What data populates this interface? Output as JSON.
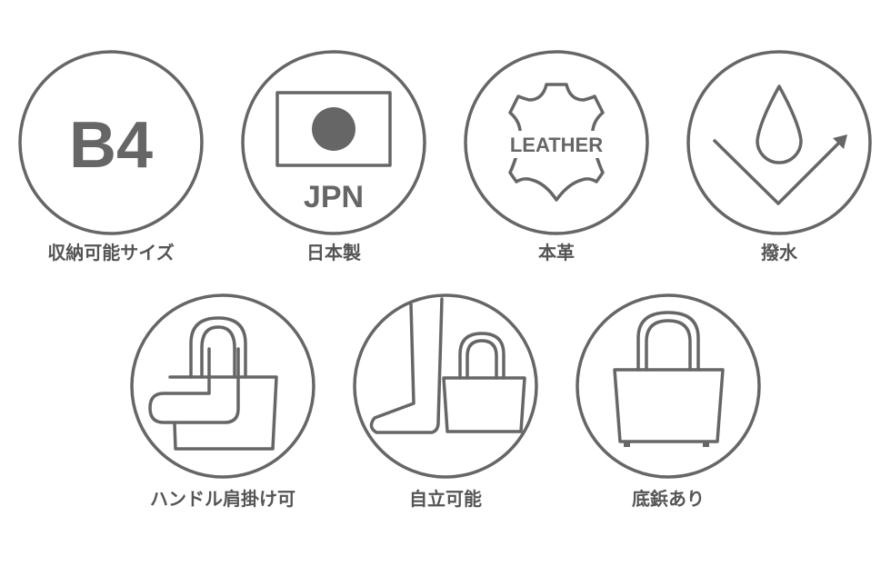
{
  "features": [
    {
      "icon": "b4-size-icon",
      "icon_text": "B4",
      "label": "収納可能サイズ"
    },
    {
      "icon": "japan-flag-icon",
      "icon_text": "JPN",
      "label": "日本製"
    },
    {
      "icon": "leather-hide-icon",
      "icon_text": "LEATHER",
      "label": "本革"
    },
    {
      "icon": "water-repellent-icon",
      "label": "撥水"
    },
    {
      "icon": "shoulder-carry-icon",
      "label": "ハンドル肩掛け可"
    },
    {
      "icon": "self-standing-icon",
      "label": "自立可能"
    },
    {
      "icon": "bottom-studs-icon",
      "label": "底鋲あり"
    }
  ],
  "colors": {
    "stroke": "#666666",
    "text": "#555555"
  }
}
